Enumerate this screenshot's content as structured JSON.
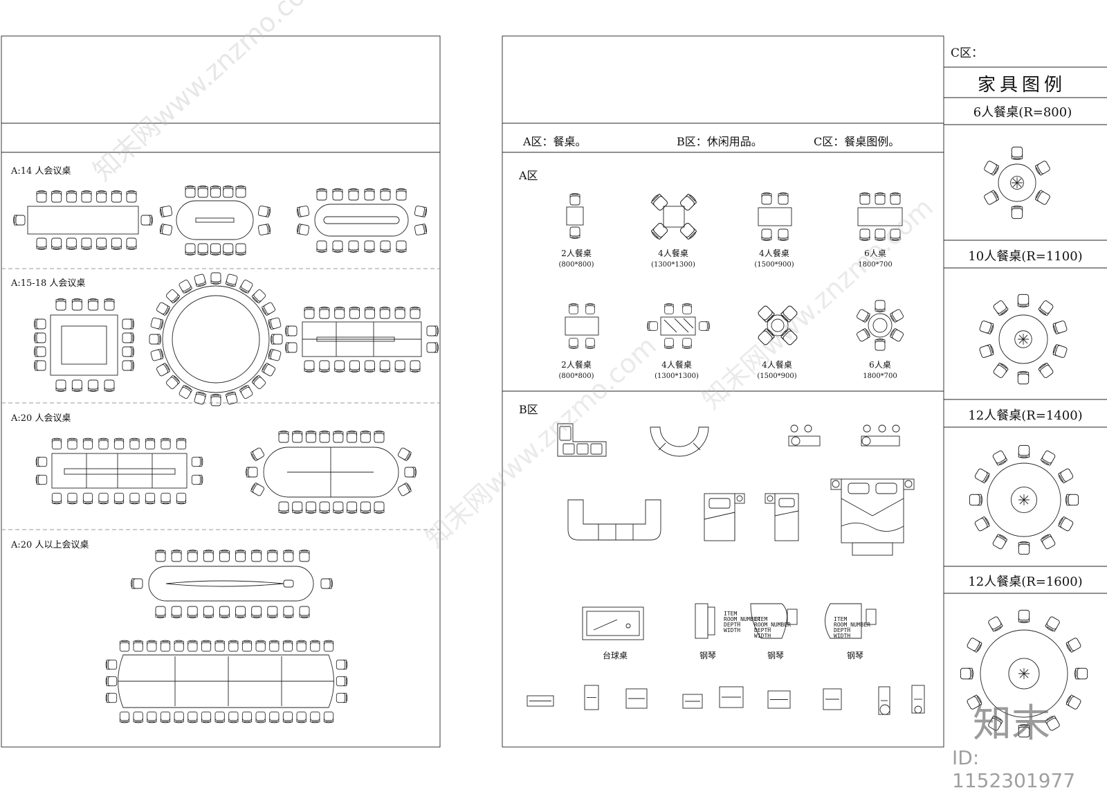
{
  "panel_left": {
    "sections": [
      {
        "label": "A:14   人会议桌"
      },
      {
        "label": "A:15-18  人会议桌"
      },
      {
        "label": "A:20   人会议桌"
      },
      {
        "label": "A:20   人以上会议桌"
      }
    ]
  },
  "panel_mid": {
    "header": {
      "a": "A区：餐桌。",
      "b": "B区：休闲用品。",
      "c": "C区：餐桌图例。"
    },
    "zone_a": {
      "label": "A区",
      "row1": [
        {
          "name": "2人餐桌",
          "size": "(800*800)"
        },
        {
          "name": "4人餐桌",
          "size": "(1300*1300)"
        },
        {
          "name": "4人餐桌",
          "size": "(1500*900)"
        },
        {
          "name": "6人桌",
          "size": "1800*700"
        }
      ],
      "row2": [
        {
          "name": "2人餐桌",
          "size": "(800*800)"
        },
        {
          "name": "4人餐桌",
          "size": "(1300*1300)"
        },
        {
          "name": "4人餐桌",
          "size": "(1500*900)"
        },
        {
          "name": "6人桌",
          "size": "1800*700"
        }
      ]
    },
    "zone_b": {
      "label": "B区",
      "items": [
        {
          "name": "台球桌"
        },
        {
          "name": "钢琴"
        },
        {
          "name": "钢琴"
        },
        {
          "name": "钢琴"
        }
      ],
      "piano_tag": [
        "ITEM",
        "ROOM_NUMBER",
        "DEPTH",
        "WIDTH"
      ]
    }
  },
  "panel_right": {
    "zone_label": "C区：",
    "title": "家具图例",
    "tables": [
      {
        "name": "6人餐桌(R=800)"
      },
      {
        "name": "10人餐桌(R=1100)"
      },
      {
        "name": "12人餐桌(R=1400)"
      },
      {
        "name": "12人餐桌(R=1600)"
      }
    ]
  },
  "watermark": {
    "brand": "知末",
    "id": "ID: 1152301977",
    "url": "www.znzmo.com",
    "site": "知末网"
  }
}
